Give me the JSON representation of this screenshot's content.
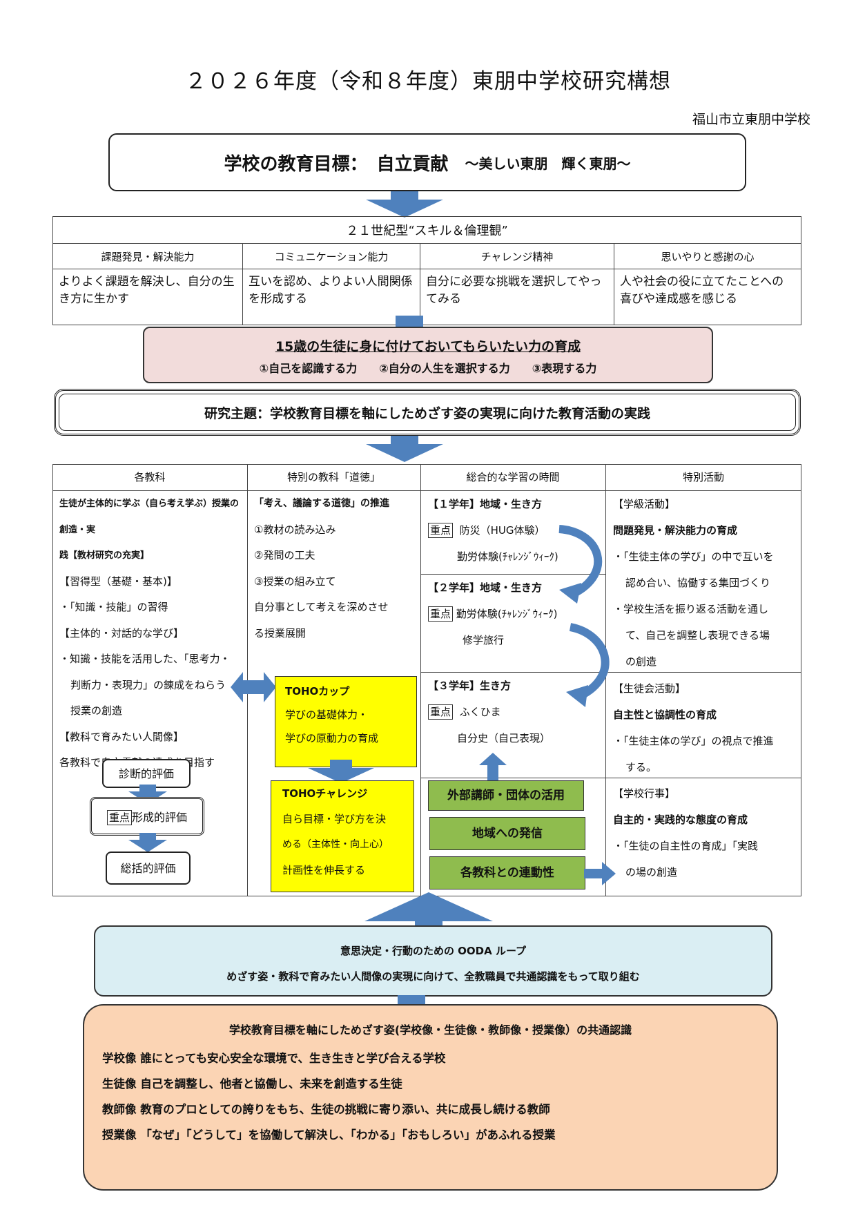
{
  "title": "２０２６年度（令和８年度）東朋中学校研究構想",
  "school": "福山市立東朋中学校",
  "goal": {
    "main": "学校の教育目標：　自立貢献",
    "sub": "～美しい東朋　輝く東朋～"
  },
  "skills": {
    "title": "２１世紀型“スキル＆倫理観”",
    "columns": [
      {
        "head": "課題発見・解決能力",
        "body": "よりよく課題を解決し、自分の生き方に生かす"
      },
      {
        "head": "コミュニケーション能力",
        "body": "互いを認め、よりよい人間関係を形成する"
      },
      {
        "head": "チャレンジ精神",
        "body": "自分に必要な挑戦を選択してやってみる"
      },
      {
        "head": "思いやりと感謝の心",
        "body": "人や社会の役に立てたことへの喜びや達成感を感じる"
      }
    ]
  },
  "power": {
    "line1": "15歳の生徒に身に付けておいてもらいたい力の育成",
    "line2": "①自己を認識する力　　②自分の人生を選択する力　　③表現する力"
  },
  "theme": "研究主題：学校教育目標を軸にしためざす姿の実現に向けた教育活動の実践",
  "sections": {
    "kyouka": {
      "head": "各教科",
      "l1": "生徒が主体的に学ぶ（自ら考え学ぶ）授業の創造・実",
      "l2": "践【教材研究の充実】",
      "l3": "【習得型（基礎・基本)】",
      "l4": "・「知識・技能」の習得",
      "l5": "【主体的・対話的な学び】",
      "l6": "・知識・技能を活用した、「思考力・",
      "l7": "判断力・表現力」の錬成をねらう",
      "l8": "授業の創造",
      "l9": "【教科で育みたい人間像】",
      "l10": "各教科で自立貢献の達成を目指す",
      "eval1": "診断的評価",
      "eval2_badge": "重点",
      "eval2": "形成的評価",
      "eval3": "総括的評価"
    },
    "doutoku": {
      "head": "特別の教科「道徳」",
      "l1": "「考え、議論する道徳」の推進",
      "l2": "①教材の読み込み",
      "l3": "②発問の工夫",
      "l4": "③授業の組み立て",
      "l5": "自分事として考えを深めさせ",
      "l6": "る授業展開",
      "cup_title": "TOHOカップ",
      "cup_l1": "学びの基礎体力・",
      "cup_l2": "学びの原動力の育成",
      "ch_title": "TOHOチャレンジ",
      "ch_l1": "自ら目標・学び方を決",
      "ch_l2": "める（主体性・向上心）",
      "ch_l3": "計画性を伸長する"
    },
    "sougou": {
      "head": "総合的な学習の時間",
      "g1_title": "【１学年】地域・生き方",
      "g1_badge": "重点",
      "g1_l1": "防災（HUG体験）",
      "g1_l2": "勤労体験(ﾁｬﾚﾝｼﾞｳｨｰｸ)",
      "g2_title": "【２学年】地域・生き方",
      "g2_badge": "重点",
      "g2_l1": "勤労体験(ﾁｬﾚﾝｼﾞｳｨｰｸ)",
      "g2_l2": "修学旅行",
      "g3_title": "【３学年】生き方",
      "g3_badge": "重点",
      "g3_l1": "ふくひま",
      "g3_l2": "自分史（自己表現）",
      "box1": "外部講師・団体の活用",
      "box2": "地域への発信",
      "box3": "各教科との連動性"
    },
    "tokkatsu": {
      "head": "特別活動",
      "a_title": "【学級活動】",
      "a_sub": "問題発見・解決能力の育成",
      "a_l1": "・「生徒主体の学び」の中で互いを",
      "a_l2": "認め合い、協働する集団づくり",
      "a_l3": "・学校生活を振り返る活動を通し",
      "a_l4": "て、自己を調整し表現できる場",
      "a_l5": "の創造",
      "b_title": "【生徒会活動】",
      "b_sub": "自主性と協調性の育成",
      "b_l1": "・「生徒主体の学び」の視点で推進",
      "b_l2": "する。",
      "c_title": "【学校行事】",
      "c_sub": "自主的・実践的な態度の育成",
      "c_l1": "・「生徒の自主性の育成」「実践",
      "c_l2": "の場の創造"
    }
  },
  "ooda": {
    "line1": "意思決定・行動のための OODA ループ",
    "line2": "めざす姿・教科で育みたい人間像の実現に向けて、全教職員で共通認識をもって取り組む"
  },
  "recognition": {
    "title": "学校教育目標を軸にしためざす姿(学校像・生徒像・教師像・授業像）の共通認識",
    "items": [
      "学校像 誰にとっても安心安全な環境で、生き生きと学び合える学校",
      "生徒像 自己を調整し、他者と協働し、未来を創造する生徒",
      "教師像 教育のプロとしての誇りをもち、生徒の挑戦に寄り添い、共に成長し続ける教師",
      "授業像 「なぜ」「どうして」を協働して解決し、「わかる」「おもしろい」があふれる授業"
    ]
  },
  "colors": {
    "arrow": "#4f81bd",
    "pink": "#f2dcdb",
    "yellow": "#ffff00",
    "green": "#8fbc4e",
    "lightblue": "#daeef3",
    "orange": "#fbd4b4"
  }
}
